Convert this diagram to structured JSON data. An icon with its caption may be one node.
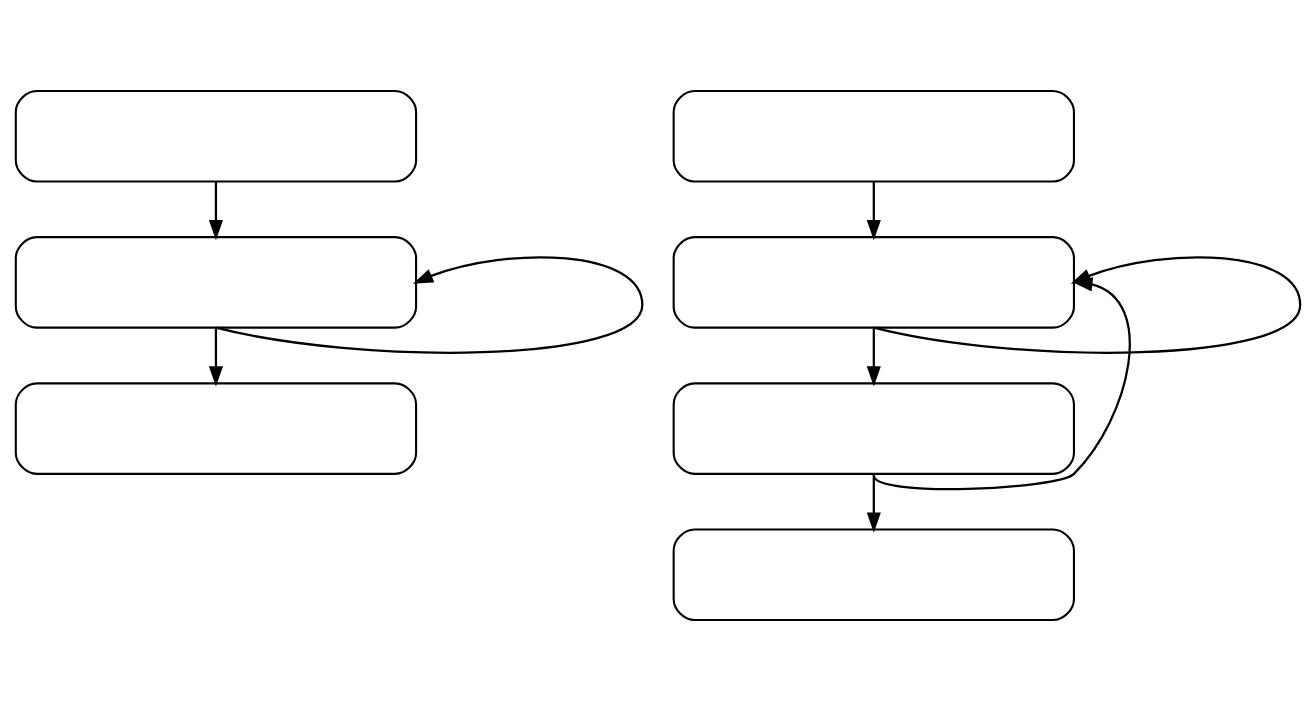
{
  "diagram": {
    "nodes": [
      {
        "text": [],
        "shape": "box"
      },
      {
        "text": [],
        "shape": "box"
      },
      {
        "text": [],
        "shape": "box"
      },
      {
        "text": [],
        "shape": "box"
      },
      {
        "text": [],
        "shape": "box"
      },
      {
        "text": [],
        "shape": "box"
      },
      {
        "text": [],
        "shape": "box"
      }
    ],
    "edges": [
      {
        "from": 0,
        "to": 1,
        "arrow": "to"
      },
      {
        "from": 1,
        "to": 2,
        "arrow": "to"
      },
      {
        "from": 1,
        "to": 1,
        "arrow": "to"
      },
      {
        "from": 3,
        "to": 4,
        "arrow": "to"
      },
      {
        "from": 4,
        "to": 5,
        "arrow": "to"
      },
      {
        "from": 4,
        "to": 4,
        "arrow": "to"
      },
      {
        "from": 5,
        "to": 6,
        "arrow": "to"
      },
      {
        "from": 5,
        "to": 4,
        "arrow": "to"
      }
    ]
  }
}
